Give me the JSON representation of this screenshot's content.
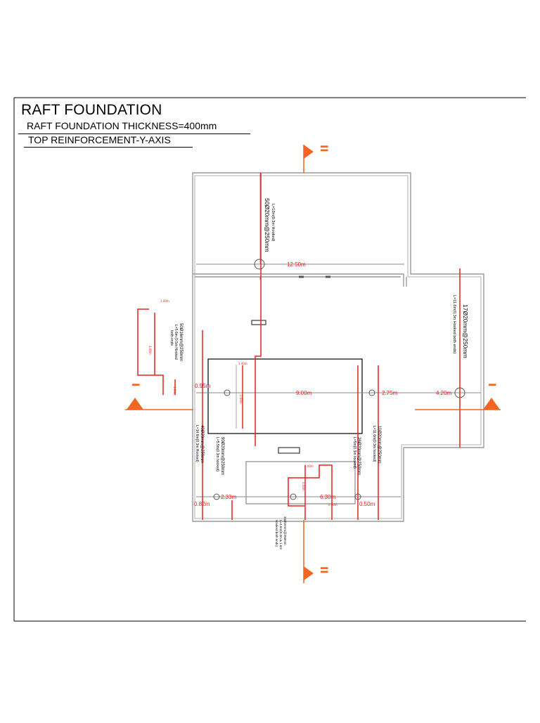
{
  "header": {
    "title": "RAFT FOUNDATION",
    "subtitle_thickness": "RAFT FOUNDATION  THICKNESS=400mm",
    "subtitle_reinforcement": "TOP REINFORCEMENT-Y-AXIS"
  },
  "dimensions": {
    "d_12_50": "12.50m",
    "d_9_00": "9.00m",
    "d_2_75": "2.75m",
    "d_4_20": "4.20m",
    "d_0_95": "0.95m",
    "d_2_33": "2.33m",
    "d_6_30": "6.30m",
    "d_0_82": "0.82m",
    "d_0_50": "0.50m"
  },
  "bars": {
    "b1_main": "50Ø20mm@250mm",
    "b1_sub": "L=12m(0.3m Hooked)",
    "b2_main": "17Ø20mm@250mm",
    "b2_sub": "L=11.6m(0.3m Hooked both ends)",
    "b3_main": "50Ø16mm@250mm",
    "b3_sub": "L=5.6m (0.5m Hooked",
    "b3_sub2": "both ends",
    "b4_main": "40Ø20mm@250mm",
    "b4_sub": "L=14.6m(0.3m Hooked)",
    "b5_main": "90Ø20mm@250mm",
    "b5_sub": "L=5.5m(0.3m hooked)",
    "b6_main": "26Ø20mm@250mm",
    "b6_sub": "L=5m(0.3m hooked)",
    "b7_main": "11Ø20mm@250mm",
    "b7_sub": "L=11.6m(0.3m hooked)",
    "b8_main": "34Ø16mm@250mm",
    "b8_sub": "L=4.6m(0.3m & 1.6m",
    "b8_sub2": "Hooked both ends)"
  },
  "sections": {
    "top_mark": "II",
    "bottom_mark": "II",
    "left_mark": "I",
    "right_mark": "I"
  },
  "colors": {
    "rebar": "#e8201c",
    "section_marker": "#f26522",
    "outline": "#9a9a9a",
    "frame": "#000000"
  }
}
